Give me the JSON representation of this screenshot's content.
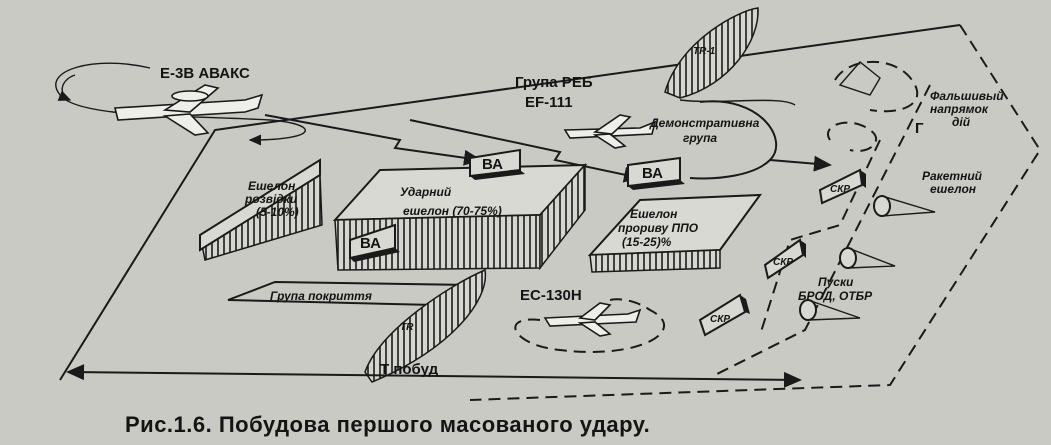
{
  "diagram": {
    "labels": {
      "awacs": "Е-3В АВАКС",
      "reb_group": "Група РЕБ",
      "ef111": "EF-111",
      "tr1_top": "ТR-1",
      "demo_group_1": "Демонстративна",
      "demo_group_2": "група",
      "false_dir_1": "Фальшивый",
      "false_dir_2": "напрямок",
      "false_dir_3": "дій",
      "ba_1": "ВА",
      "ba_2": "ВА",
      "ba_3": "ВА",
      "recon_1": "Ешелон",
      "recon_2": "розвідки",
      "recon_3": "(5-10%)",
      "strike_1": "Ударний",
      "strike_2": "ешелон (70-75%)",
      "breach_1": "Ешелон",
      "breach_2": "прориву ППО",
      "breach_3": "(15-25)%",
      "missile_1": "Ракетний",
      "missile_2": "ешелон",
      "skr": "СКР",
      "launch_1": "Пуски",
      "launch_2": "БРОД, ОТБР",
      "cover_group": "Група покриття",
      "tr_bottom": "ТR",
      "ec130": "EC-130H",
      "t_build": "Т побуд",
      "gamma": "Г"
    },
    "caption": "Рис.1.6. Побудова першого масованого удару."
  }
}
